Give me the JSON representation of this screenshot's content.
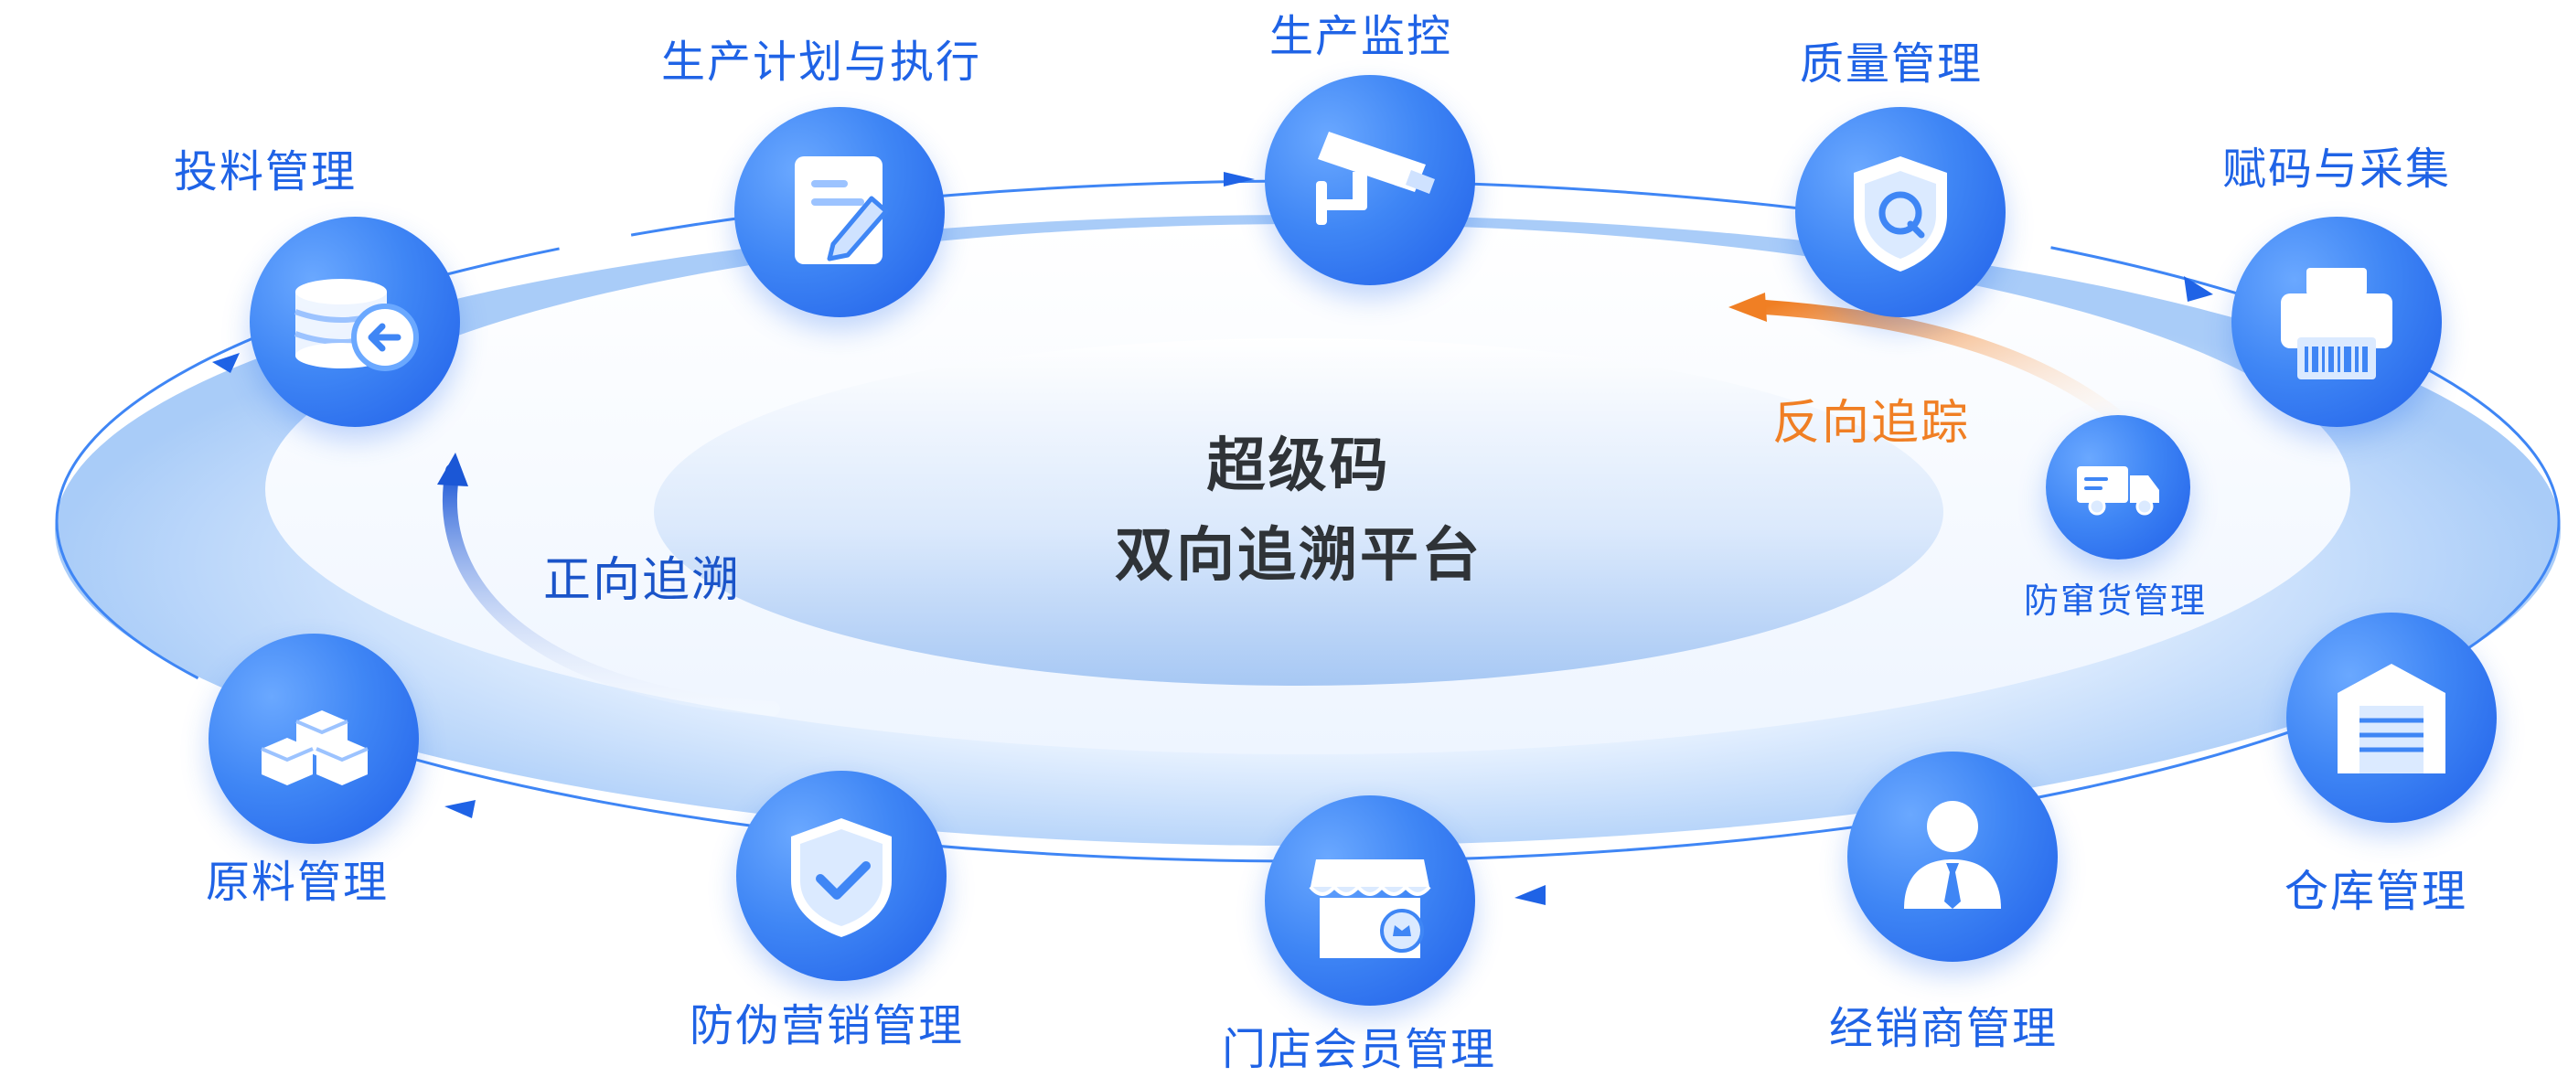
{
  "center": {
    "title_line1": "超级码",
    "title_line2": "双向追溯平台"
  },
  "flows": {
    "forward": "正向追溯",
    "reverse": "反向追踪"
  },
  "colors": {
    "primary": "#1f63e6",
    "forward": "#1a54c9",
    "reverse": "#f07f24",
    "center_text": "#2f3337"
  },
  "nodes": [
    {
      "label": "投料管理",
      "icon": "database-inbound-icon"
    },
    {
      "label": "生产计划与执行",
      "icon": "document-edit-icon"
    },
    {
      "label": "生产监控",
      "icon": "surveillance-camera-icon"
    },
    {
      "label": "质量管理",
      "icon": "quality-shield-icon"
    },
    {
      "label": "赋码与采集",
      "icon": "barcode-printer-icon"
    },
    {
      "label": "防窜货管理",
      "icon": "delivery-truck-icon"
    },
    {
      "label": "仓库管理",
      "icon": "warehouse-icon"
    },
    {
      "label": "经销商管理",
      "icon": "dealer-person-icon"
    },
    {
      "label": "门店会员管理",
      "icon": "store-member-icon"
    },
    {
      "label": "防伪营销管理",
      "icon": "shield-check-icon"
    },
    {
      "label": "原料管理",
      "icon": "boxes-icon"
    }
  ]
}
